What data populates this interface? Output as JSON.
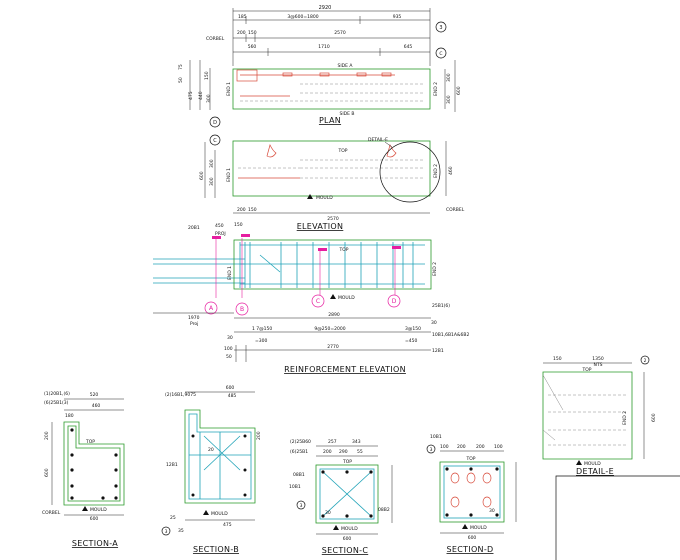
{
  "plan": {
    "title": "PLAN",
    "top_overall": "2920",
    "top_row": [
      "185",
      "3@600=1800",
      "935"
    ],
    "row2": [
      "200",
      "150",
      "2570"
    ],
    "row3": [
      "560",
      "1710",
      "645"
    ],
    "left_dims": [
      "75",
      "50",
      "475",
      "440",
      "150",
      "300"
    ],
    "right_dims": [
      "300",
      "600",
      "300"
    ],
    "corbel": "CORBEL",
    "side_a": "SIDE A",
    "side_b": "SIDE B",
    "end1": "END 1",
    "end2": "END 2",
    "grid_3": "3",
    "grid_d": "D",
    "grid_c": "C"
  },
  "elevation": {
    "title": "ELEVATION",
    "dims_left": [
      "600",
      "300",
      "300"
    ],
    "dims_right": "460",
    "bottom": [
      "200",
      "150",
      "2570"
    ],
    "top_label": "TOP",
    "mould": "MOULD",
    "detail": "DETAIL-E",
    "corbel": "CORBEL",
    "end1": "END 1",
    "end2": "END 2",
    "grid_c": "C"
  },
  "reinforcement": {
    "title": "REINFORCEMENT ELEVATION",
    "rebar_left": "20B1",
    "proj_top": "450",
    "proj_label": "PROJ",
    "dim_150": "150",
    "top_label": "TOP",
    "mould": "MOULD",
    "markers": [
      "A",
      "B",
      "C",
      "D"
    ],
    "end1": "END 1",
    "end2": "END 2",
    "bottom_left": "1970",
    "bottom_left_proj": "Proj",
    "dim_2890": "2890",
    "spacing_a": "1 7@150",
    "spacing_a2": "=300",
    "spacing_b": "9@250=2000",
    "spacing_c": "3@150",
    "spacing_c2": "=450",
    "dim_2770": "2770",
    "dim_30": "30",
    "dim_100": "100",
    "dim_50": "50",
    "right_notes": [
      "25B1(6)",
      "10B1,6B1A&6B2",
      "12B1"
    ]
  },
  "section_a": {
    "title": "SECTION-A",
    "rebar": [
      "(1)20B1,(6)",
      "(6)25B1(3)"
    ],
    "dims": [
      "180",
      "520",
      "460",
      "200",
      "600",
      "600"
    ],
    "top": "TOP",
    "mould": "MOULD",
    "corbel": "CORBEL"
  },
  "section_b": {
    "title": "SECTION-B",
    "rebar": "(2)16B1,9075",
    "dims": [
      "600",
      "485",
      "200",
      "475",
      "25",
      "35"
    ],
    "labels": [
      "12B1",
      "MOULD",
      "20"
    ],
    "grid": "3"
  },
  "section_c": {
    "title": "SECTION-C",
    "rebar": [
      "(2)25B60",
      "(6)25B1"
    ],
    "dims": [
      "257",
      "343",
      "200",
      "290",
      "55",
      "600",
      "30"
    ],
    "labels": [
      "08B1",
      "10B1",
      "08B2",
      "TOP",
      "MOULD"
    ],
    "grid": "3"
  },
  "section_d": {
    "title": "SECTION-D",
    "rebar": "10B1",
    "dims": [
      "100",
      "200",
      "200",
      "100",
      "600",
      "30"
    ],
    "labels": [
      "TOP",
      "MOULD"
    ],
    "grid": "3"
  },
  "detail_e": {
    "title": "DETAIL-E",
    "dims": [
      "150",
      "1350",
      "NTS",
      "600"
    ],
    "top": "TOP",
    "mould": "MOULD",
    "grid": "2"
  }
}
